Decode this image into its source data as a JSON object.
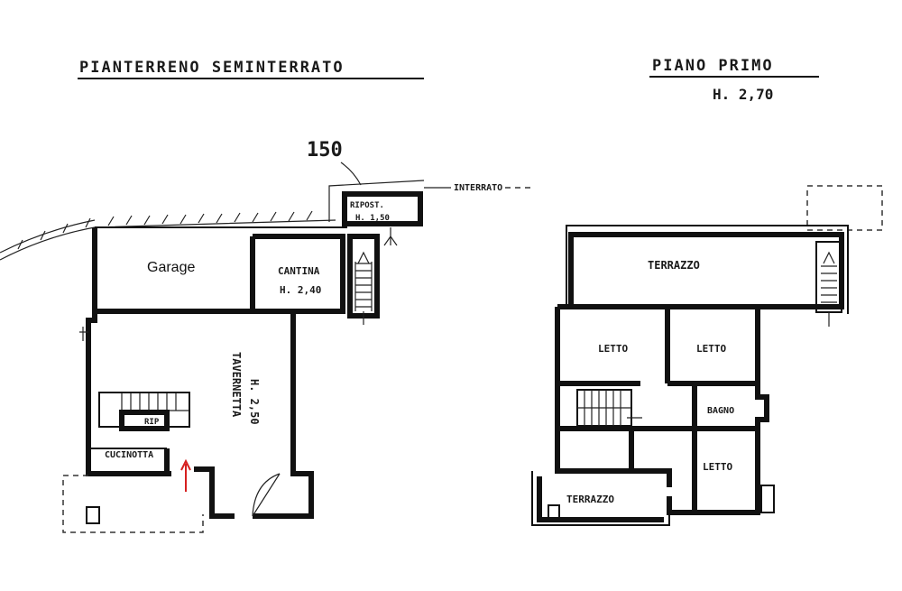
{
  "ground_floor": {
    "title": "PIANTERRENO SEMINTERRATO",
    "level_note": "150",
    "interrato_label": "INTERRATO",
    "ripost_label": "RIPOST.",
    "ripost_height": "H. 1,50",
    "garage_label": "Garage",
    "cantina_label": "CANTINA",
    "cantina_height": "H. 2,40",
    "taverna_label": "TAVERNETTA",
    "taverna_height": "H. 2,50",
    "rip_label": "RIP",
    "cucina_label": "CUCINOTTA"
  },
  "first_floor": {
    "title": "PIANO PRIMO",
    "height": "H. 2,70",
    "terrazzo_top_label": "TERRAZZO",
    "letto_1_label": "LETTO",
    "letto_2_label": "LETTO",
    "bagno_label": "BAGNO",
    "letto_3_label": "LETTO",
    "terrazzo_bottom_label": "TERRAZZO"
  },
  "colors": {
    "ink": "#111111",
    "arrow": "#d62020"
  }
}
